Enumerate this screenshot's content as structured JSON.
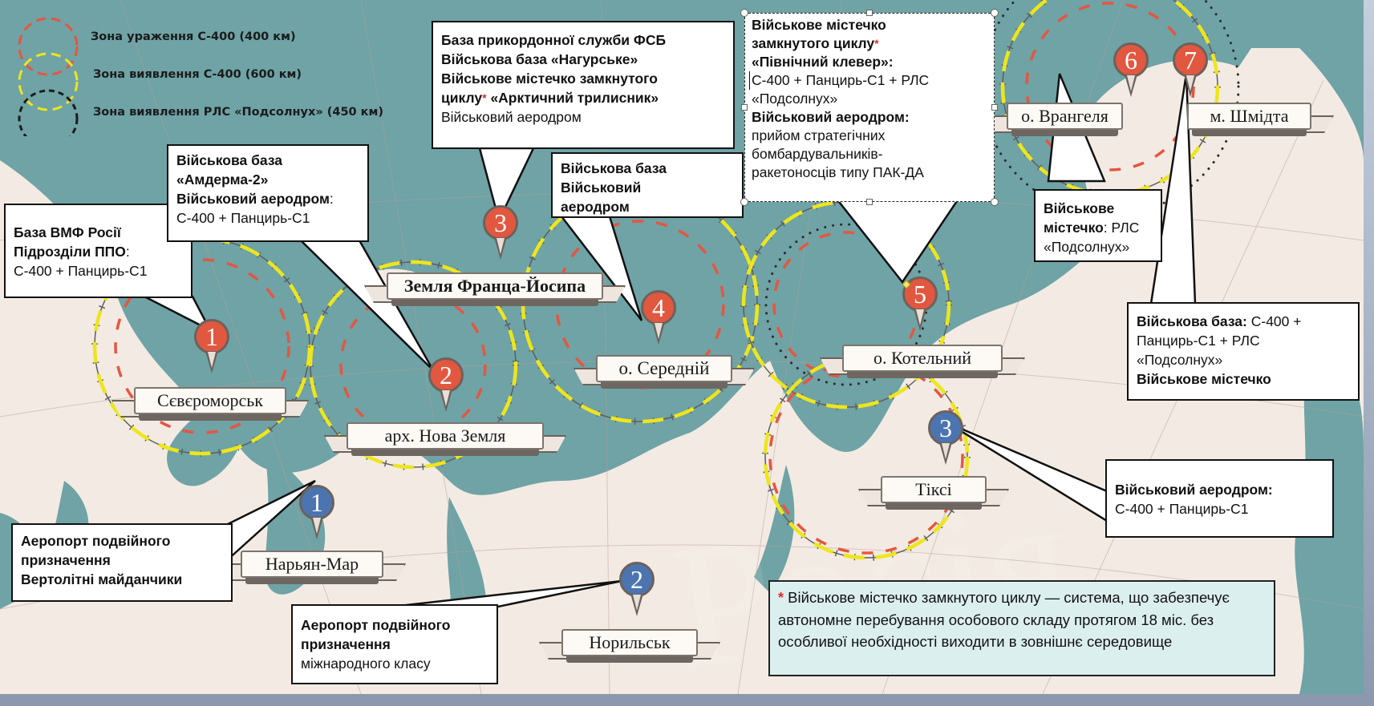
{
  "colors": {
    "sea": "#6fa3a6",
    "land": "#f3ebe3",
    "kill_zone": "#e5563f",
    "detect_zone": "#eee51c",
    "radar_zone": "#2a2a2a",
    "pin_red": "#e2573f",
    "pin_blue": "#4c74b0"
  },
  "legend": [
    {
      "label": "Зона ураження С-400 (400 км)",
      "style": "red-dashed-circle"
    },
    {
      "label": "Зона виявлення С-400 (600 км)",
      "style": "yellow-dashed-circle"
    },
    {
      "label": "Зона виявлення РЛС «Подсолнух» (450 км)",
      "style": "black-dashed-circle"
    }
  ],
  "locations": {
    "severomorsk": "Сєвєроморськ",
    "nova_zemlya": "арх. Нова Земля",
    "franz_josef": "Земля Франца-Йосипа",
    "seredniy": "о. Середній",
    "kotelny": "о. Котельний",
    "wrangel": "о. Врангеля",
    "schmidt": "м. Шмідта",
    "tiksi": "Тіксі",
    "naryan_mar": "Нарьян-Мар",
    "norilsk": "Норильськ"
  },
  "pins": {
    "red": [
      "1",
      "2",
      "3",
      "4",
      "5",
      "6",
      "7"
    ],
    "blue": [
      "1",
      "2",
      "3"
    ]
  },
  "callouts": {
    "r1": {
      "l1": "База ВМФ Росії",
      "l2": "Підрозділи ППО",
      "l2_colon": ":",
      "l3": "С-400 + Панцирь-С1"
    },
    "r2": {
      "l1": "Військова база",
      "l2": "«Амдерма-2»",
      "l3": "Військовий аеродром",
      "l3_colon": ":",
      "l4": "С-400 + Панцирь-С1"
    },
    "r3": {
      "l1": "База прикордонної служби ФСБ",
      "l2": "Військова база «Нагурське»",
      "l3": "Військове містечко замкнутого",
      "l4a": "циклу",
      "ast": "*",
      "l4b": "«Арктичний трилисник»",
      "l5": "Військовий аеродром"
    },
    "r4": {
      "l1": "Військова база",
      "l2": "Військовий",
      "l3": "аеродром"
    },
    "r5": {
      "l1": "Військове містечко",
      "l2": "замкнутого циклу",
      "ast": "*",
      "l3": "«Північний клевер»:",
      "l4": "С-400 + Панцирь-С1 + РЛС",
      "l5": "«Подсолнух»",
      "l6": "Військовий аеродром:",
      "l7": "прийом стратегічних",
      "l8": "бомбардувальників-",
      "l9": "ракетоносців типу ПАК-ДА"
    },
    "r6": {
      "l1": "Військове",
      "l2a": "містечко",
      "l2b": ": РЛС",
      "l3": "«Подсолнух»"
    },
    "r7": {
      "l1a": "Військова база:",
      "l1b": " С-400 +",
      "l2": "Панцирь-С1 + РЛС",
      "l3": "«Подсолнух»",
      "l4": "Військове містечко"
    },
    "b1": {
      "l1": "Аеропорт подвійного",
      "l2": "призначення",
      "l3": "Вертолітні майданчики"
    },
    "b2": {
      "l1": "Аеропорт подвійного",
      "l2": "призначення",
      "l3": "міжнародного класу"
    },
    "b3": {
      "l1": "Військовий аеродром:",
      "l2": "С-400 + Панцирь-С1"
    }
  },
  "footnote": {
    "ast": "*",
    "text": " Військове містечко замкнутого циклу — система, що забезпечує автономне перебування особового складу протягом 18 міс. без особливої необхідності виходити в зовнішнє середовище"
  },
  "watermark": "Росія"
}
